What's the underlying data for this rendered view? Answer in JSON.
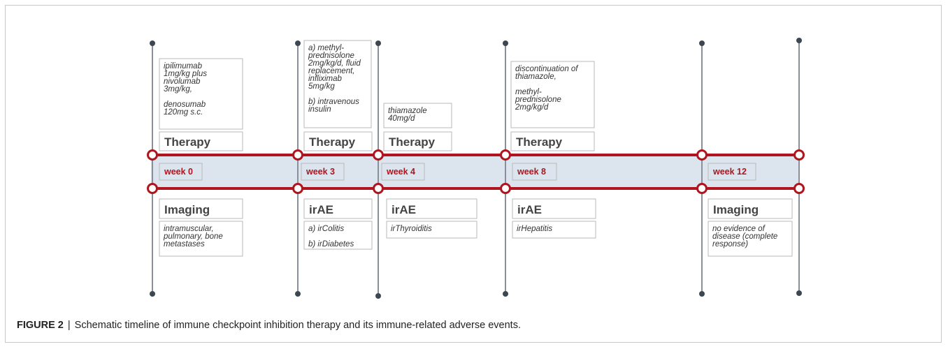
{
  "caption": {
    "figure_label": "FIGURE 2",
    "separator": "|",
    "text": "Schematic timeline of immune checkpoint inhibition therapy and its immune-related adverse events."
  },
  "colors": {
    "timeline_red": "#b0151d",
    "band_fill": "#dce5ee",
    "stem_gray": "#8a9099",
    "dot_dark": "#3d4752",
    "box_border": "#b9b9b9"
  },
  "columns": [
    {
      "week": "week 0",
      "top_heading": "Therapy",
      "top_notes": [
        "ipilimumab",
        "1mg/kg plus",
        "nivolumab",
        "3mg/kg,",
        "",
        "denosumab",
        "120mg s.c."
      ],
      "bottom_heading": "Imaging",
      "bottom_notes": [
        "intramuscular,",
        "pulmonary, bone",
        "metastases"
      ]
    },
    {
      "week": "week 3",
      "top_heading": "Therapy",
      "top_notes": [
        "a) methyl-",
        "prednisolone",
        "2mg/kg/d, fluid",
        "replacement,",
        "infliximab",
        "5mg/kg",
        "",
        "b) intravenous",
        "insulin"
      ],
      "bottom_heading": "irAE",
      "bottom_notes": [
        "a) irColitis",
        "",
        "b) irDiabetes"
      ]
    },
    {
      "week": "week 4",
      "top_heading": "Therapy",
      "top_notes": [
        "thiamazole",
        "40mg/d"
      ],
      "bottom_heading": "irAE",
      "bottom_notes": [
        "irThyroiditis"
      ]
    },
    {
      "week": "week 8",
      "top_heading": "Therapy",
      "top_notes": [
        "discontinuation of",
        "thiamazole,",
        "",
        "methyl-",
        "prednisolone",
        "2mg/kg/d"
      ],
      "bottom_heading": "irAE",
      "bottom_notes": [
        "irHepatitis"
      ]
    },
    {
      "week": "week 12",
      "top_heading": "",
      "top_notes": [],
      "bottom_heading": "Imaging",
      "bottom_notes": [
        "no evidence of",
        "disease (complete",
        "response)"
      ]
    }
  ]
}
